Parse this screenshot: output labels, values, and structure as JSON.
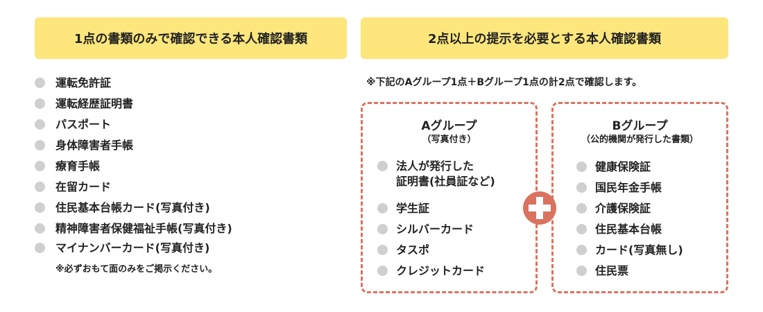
{
  "left": {
    "title": "1点の書類のみで確認できる本人確認書類",
    "items": [
      "運転免許証",
      "運転経歴証明書",
      "パスポート",
      "身体障害者手帳",
      "療育手帳",
      "在留カード",
      "住民基本台帳カード(写真付き)",
      "精神障害者保健福祉手帳(写真付き)",
      "マイナンバーカード(写真付き)"
    ],
    "note": "※必ずおもて面のみをご掲示ください。"
  },
  "right": {
    "title": "2点以上の提示を必要とする本人確認書類",
    "note": "※下記のAグループ1点＋Bグループ1点の計2点で確認します。",
    "group_a": {
      "title": "Aグループ",
      "subtitle": "（写真付き）",
      "items": [
        "法人が発行した\n証明書(社員証など)",
        "学生証",
        "シルバーカード",
        "タスポ",
        "クレジットカード"
      ]
    },
    "group_b": {
      "title": "Bグループ",
      "subtitle": "（公的機関が発行した書類）",
      "items": [
        "健康保険証",
        "国民年金手帳",
        "介護保険証",
        "住民基本台帳",
        "カード(写真無し)",
        "住民票"
      ]
    }
  },
  "colors": {
    "header": "#fde67c",
    "accent": "#d9735f",
    "bullet": "#cfcfcf"
  }
}
